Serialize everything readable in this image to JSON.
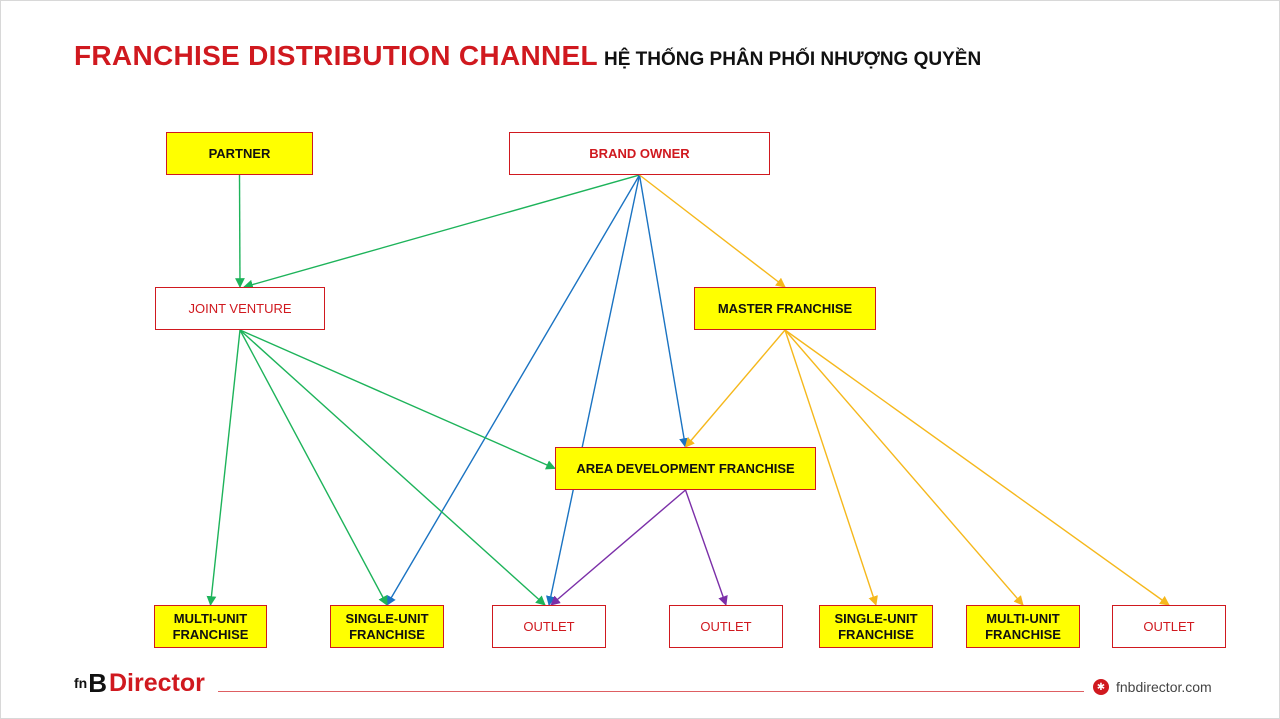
{
  "header": {
    "title": "FRANCHISE DISTRIBUTION CHANNEL",
    "subtitle": "HỆ THỐNG PHÂN PHỐI NHƯỢNG QUYỀN"
  },
  "colors": {
    "brand_red": "#d0191f",
    "highlight_yellow": "#ffff00",
    "edge_green": "#1db35a",
    "edge_blue": "#1a73c2",
    "edge_orange": "#f5b81c",
    "edge_purple": "#7b2fa8"
  },
  "nodes": {
    "partner": "PARTNER",
    "brand_owner": "BRAND OWNER",
    "joint_venture": "JOINT VENTURE",
    "master_franchise": "MASTER FRANCHISE",
    "area_development": "AREA DEVELOPMENT FRANCHISE",
    "multi_unit_left": "MULTI-UNIT FRANCHISE",
    "single_unit_left": "SINGLE-UNIT FRANCHISE",
    "outlet_1": "OUTLET",
    "outlet_2": "OUTLET",
    "single_unit_right": "SINGLE-UNIT FRANCHISE",
    "multi_unit_right": "MULTI-UNIT FRANCHISE",
    "outlet_3": "OUTLET"
  },
  "edges": [
    {
      "from": "partner",
      "to": "joint_venture",
      "color": "green"
    },
    {
      "from": "brand_owner",
      "to": "joint_venture",
      "color": "green"
    },
    {
      "from": "brand_owner",
      "to": "single_unit_left",
      "color": "blue"
    },
    {
      "from": "brand_owner",
      "to": "outlet_1",
      "color": "blue"
    },
    {
      "from": "brand_owner",
      "to": "area_development",
      "color": "blue"
    },
    {
      "from": "brand_owner",
      "to": "master_franchise",
      "color": "orange"
    },
    {
      "from": "joint_venture",
      "to": "multi_unit_left",
      "color": "green"
    },
    {
      "from": "joint_venture",
      "to": "single_unit_left",
      "color": "green"
    },
    {
      "from": "joint_venture",
      "to": "outlet_1",
      "color": "green"
    },
    {
      "from": "joint_venture",
      "to": "area_development",
      "color": "green"
    },
    {
      "from": "master_franchise",
      "to": "area_development",
      "color": "orange"
    },
    {
      "from": "master_franchise",
      "to": "single_unit_right",
      "color": "orange"
    },
    {
      "from": "master_franchise",
      "to": "multi_unit_right",
      "color": "orange"
    },
    {
      "from": "master_franchise",
      "to": "outlet_3",
      "color": "orange"
    },
    {
      "from": "area_development",
      "to": "outlet_1",
      "color": "purple"
    },
    {
      "from": "area_development",
      "to": "outlet_2",
      "color": "purple"
    }
  ],
  "footer": {
    "logo_mark": "B",
    "logo_mark_small": "fn",
    "logo_text": "Director",
    "website": "fnbdirector.com",
    "globe_icon": "globe-icon"
  }
}
